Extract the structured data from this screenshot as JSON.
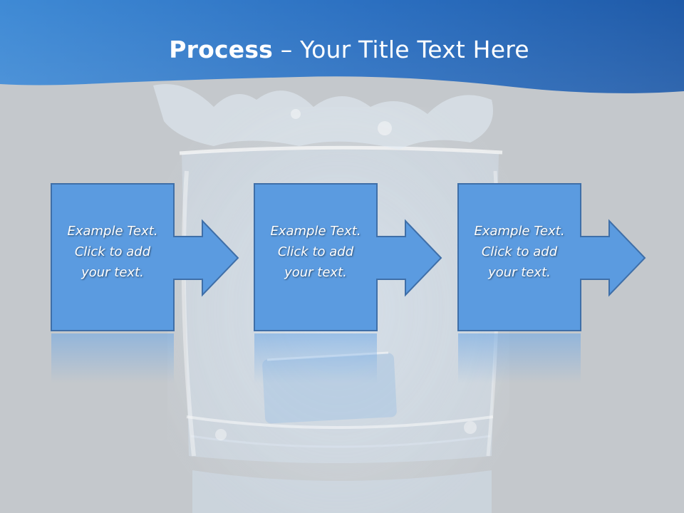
{
  "slide": {
    "title_bold": "Process",
    "title_rest": " – Your Title Text Here",
    "steps": [
      {
        "lines": [
          "Example Text.",
          "Click  to add",
          "your text."
        ]
      },
      {
        "lines": [
          "Example Text.",
          "Click  to add",
          "your text."
        ]
      },
      {
        "lines": [
          "Example Text.",
          "Click  to add",
          "your text."
        ]
      }
    ]
  },
  "colors": {
    "header": "#2a6dbd",
    "header_light": "#3d86d1",
    "background": "#c4c8cc",
    "box_fill": "#5b9be0",
    "box_border": "#3f6fa8",
    "text": "#ffffff"
  },
  "icons": [
    "glass-of-water-background",
    "right-arrow-icon"
  ]
}
